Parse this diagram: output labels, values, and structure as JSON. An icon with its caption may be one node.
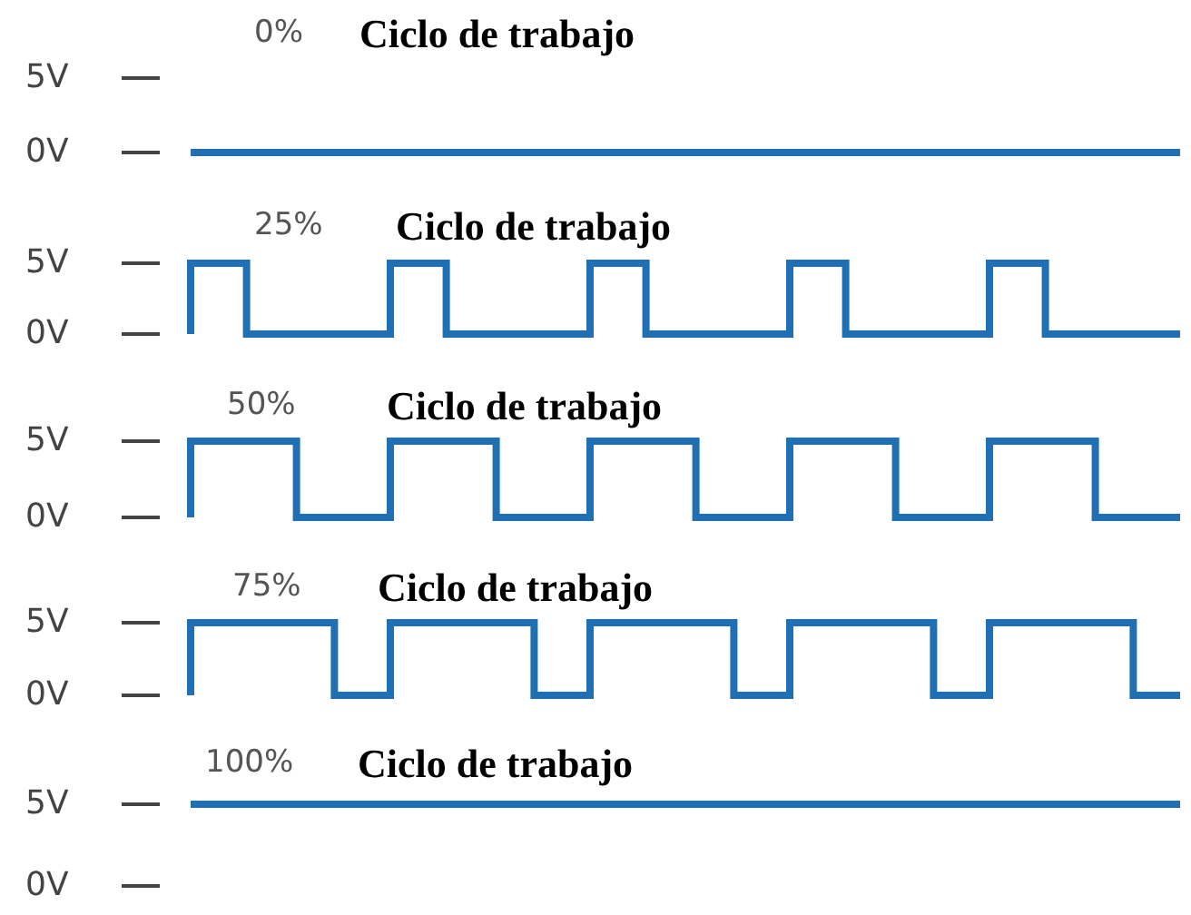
{
  "diagram": {
    "labels": [
      "0%",
      "Ciclo de trabajo",
      "5V",
      "0V",
      "25%",
      "Ciclo de trabajo",
      "5V",
      "0V",
      "50%",
      "Ciclo de trabajo",
      "5V",
      "0V",
      "75%",
      "Ciclo de trabajo",
      "5V",
      "0V",
      "100%",
      "Ciclo de trabajo",
      "5V",
      "0V"
    ]
  }
}
